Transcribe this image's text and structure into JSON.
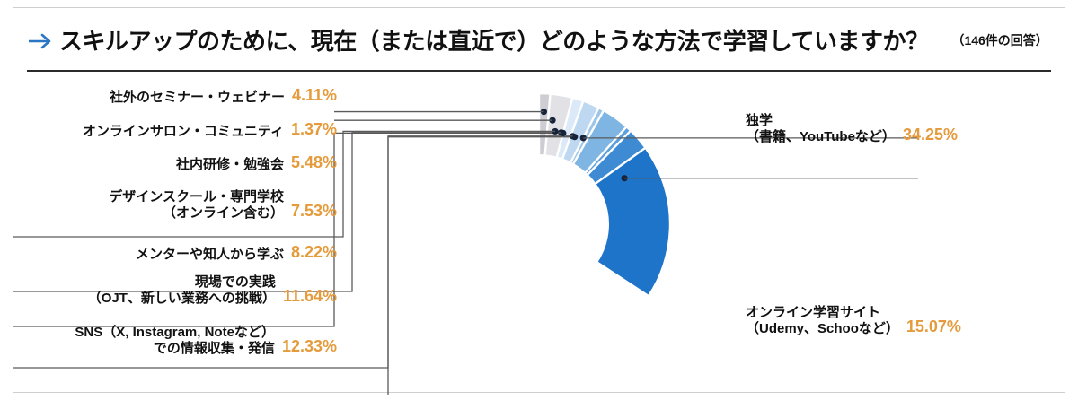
{
  "header": {
    "arrow_icon": "arrow-right-icon",
    "title": "スキルアップのために、現在（または直近で）どのような方法で学習していますか？",
    "response_count": "（146件の回答）"
  },
  "chart_data": {
    "type": "pie",
    "variant": "donut",
    "title": "スキルアップのために、現在（または直近で）どのような方法で学習していますか？",
    "subtitle": "（146件の回答）",
    "total_responses": 146,
    "unit": "%",
    "legend_position": "callout-labels",
    "grid": false,
    "start_angle_deg": 0,
    "direction": "clockwise",
    "categories": [
      "独学\n（書籍、YouTubeなど）",
      "オンライン学習サイト\n（Udemy、Schooなど）",
      "SNS（X, Instagram, Noteなど）\nでの情報収集・発信",
      "現場での実践\n（OJT、新しい業務への挑戦）",
      "メンターや知人から学ぶ",
      "デザインスクール・専門学校\n（オンライン含む）",
      "社内研修・勉強会",
      "社外のセミナー・ウェビナー",
      "オンラインサロン・コミュニティ"
    ],
    "values": [
      34.25,
      15.07,
      12.33,
      11.64,
      8.22,
      7.53,
      5.48,
      4.11,
      1.37
    ],
    "colors": [
      "#1e74c8",
      "#3e8bd4",
      "#5b9fdc",
      "#7fb5e3",
      "#9cc5e8",
      "#bdd8f0",
      "#dbe9f8",
      "#e2e2e6",
      "#cdcdd3"
    ]
  },
  "slices": [
    {
      "id": "slice-jigaku",
      "name_line1": "独学",
      "name_line2": "（書籍、YouTubeなど）",
      "percent": "34.25%",
      "color": "#1e74c8",
      "side": "right"
    },
    {
      "id": "slice-online-learning",
      "name_line1": "オンライン学習サイト",
      "name_line2": "（Udemy、Schooなど）",
      "percent": "15.07%",
      "color": "#3e8bd4",
      "side": "right"
    },
    {
      "id": "slice-sns",
      "name_line1": "SNS（X, Instagram, Noteなど）",
      "name_line2": "での情報収集・発信",
      "percent": "12.33%",
      "color": "#5b9fdc",
      "side": "left"
    },
    {
      "id": "slice-ojt",
      "name_line1": "現場での実践",
      "name_line2": "（OJT、新しい業務への挑戦）",
      "percent": "11.64%",
      "color": "#7fb5e3",
      "side": "left"
    },
    {
      "id": "slice-mentor",
      "name_line1": "メンターや知人から学ぶ",
      "name_line2": "",
      "percent": "8.22%",
      "color": "#9cc5e8",
      "side": "left"
    },
    {
      "id": "slice-design-school",
      "name_line1": "デザインスクール・専門学校",
      "name_line2": "（オンライン含む）",
      "percent": "7.53%",
      "color": "#bdd8f0",
      "side": "left"
    },
    {
      "id": "slice-internal-training",
      "name_line1": "社内研修・勉強会",
      "name_line2": "",
      "percent": "5.48%",
      "color": "#dbe9f8",
      "side": "left"
    },
    {
      "id": "slice-external-seminar",
      "name_line1": "社外のセミナー・ウェビナー",
      "name_line2": "",
      "percent": "4.11%",
      "color": "#e2e2e6",
      "side": "left"
    },
    {
      "id": "slice-online-salon",
      "name_line1": "オンラインサロン・コミュニティ",
      "name_line2": "",
      "percent": "1.37%",
      "color": "#cdcdd3",
      "side": "left"
    }
  ]
}
